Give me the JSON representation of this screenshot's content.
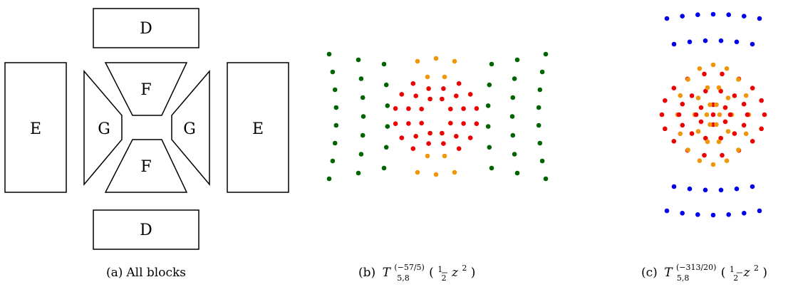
{
  "panels": [
    {
      "tag": "(a)",
      "caption": "All blocks",
      "blocks": [
        {
          "label": "D",
          "shape": "top-rectangle"
        },
        {
          "label": "D",
          "shape": "bottom-rectangle"
        },
        {
          "label": "E",
          "shape": "left-rectangle"
        },
        {
          "label": "E",
          "shape": "right-rectangle"
        },
        {
          "label": "F",
          "shape": "top-trapezoid"
        },
        {
          "label": "F",
          "shape": "bottom-trapezoid"
        },
        {
          "label": "G",
          "shape": "left-trapezoid"
        },
        {
          "label": "G",
          "shape": "right-trapezoid"
        }
      ]
    },
    {
      "tag": "(b)",
      "caption_parts": {
        "T": "T",
        "sup": "(−57/5)",
        "sub": "5,8",
        "arg": "(",
        "frac_num": "1",
        "frac_den": "2",
        "var": "z",
        "pow": "2",
        "close": ")"
      }
    },
    {
      "tag": "(c)",
      "caption_parts": {
        "T": "T",
        "sup": "(−313/20)",
        "sub": "5,8",
        "arg": "(",
        "frac_num": "1",
        "frac_den": "2",
        "var": "z",
        "pow": "2",
        "close": ")"
      }
    }
  ],
  "colors": {
    "green": "#006400",
    "orange": "#f0960a",
    "red": "#ee0000",
    "blue": "#0000ee"
  }
}
